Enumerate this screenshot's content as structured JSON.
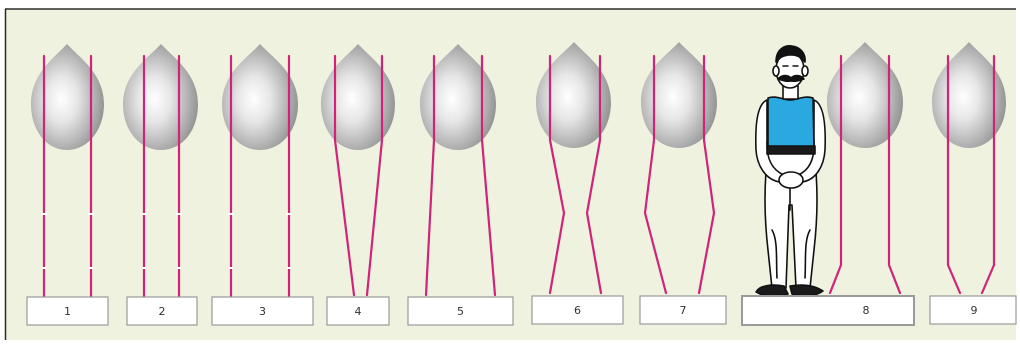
{
  "colors": {
    "background": "#eef2de",
    "frame_border": "#2a2a2a",
    "leg_line": "#d0237a",
    "line_tick": "#ffffff",
    "box_fill": "#ffffff",
    "box_border": "#9a9a9a",
    "body_gray_light": "#f4f4f4",
    "body_gray_dark": "#8e8e8e",
    "figure_shirt": "#2aa8e0",
    "figure_belt": "#1a1a1a",
    "figure_outline": "#111111"
  },
  "boxes": [
    {
      "label": "1"
    },
    {
      "label": "2"
    },
    {
      "label": "3"
    },
    {
      "label": "4"
    },
    {
      "label": "5"
    },
    {
      "label": "6"
    },
    {
      "label": "7"
    },
    {
      "label": "8"
    },
    {
      "label": "9"
    }
  ],
  "figure": {
    "icon": "strongman-figure"
  }
}
